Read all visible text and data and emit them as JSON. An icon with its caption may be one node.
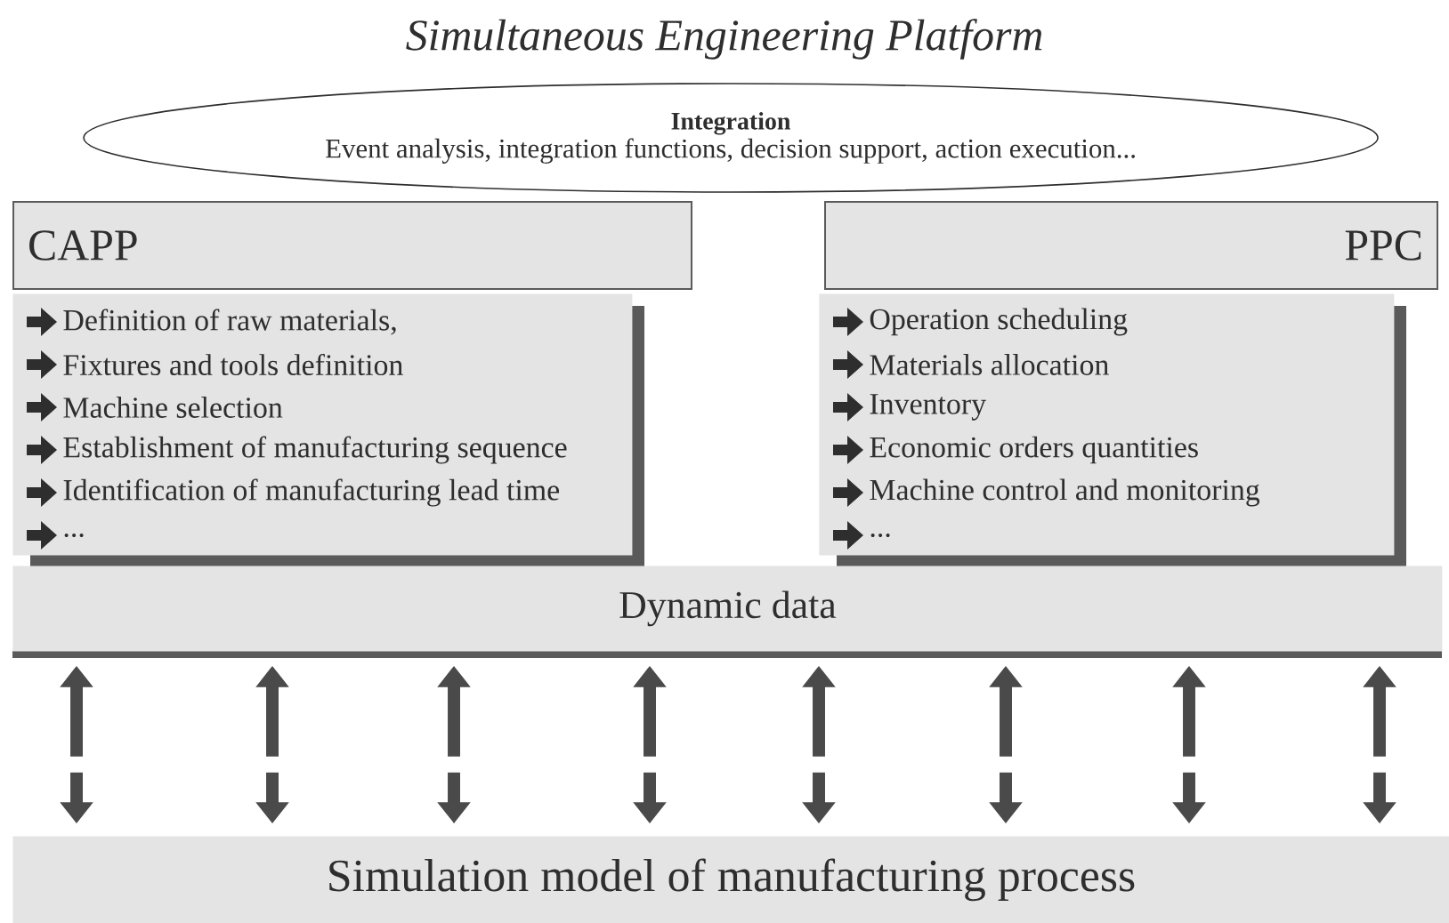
{
  "diagram": {
    "title": "Simultaneous Engineering Platform",
    "nodes": [
      {
        "text": [
          "Integration",
          "Event analysis, integration functions, decision support, action execution..."
        ]
      },
      {
        "text": [
          "CAPP"
        ]
      },
      {
        "text": [
          "Definition of raw materials,",
          "Fixtures and tools definition",
          "Machine selection",
          "Establishment of manufacturing sequence",
          "Identification of manufacturing lead time",
          "..."
        ]
      },
      {
        "text": [
          "PPC"
        ]
      },
      {
        "text": [
          "Operation scheduling",
          "Materials allocation",
          "Inventory",
          "Economic orders quantities",
          "Machine control and monitoring",
          "..."
        ]
      },
      {
        "text": [
          "Dynamic data"
        ]
      },
      {
        "text": [
          "Simulation model of manufacturing process"
        ]
      }
    ],
    "edges": [
      {
        "from": 5,
        "to": 6,
        "arrow": "both"
      },
      {
        "from": 5,
        "to": 6,
        "arrow": "both"
      },
      {
        "from": 5,
        "to": 6,
        "arrow": "both"
      },
      {
        "from": 5,
        "to": 6,
        "arrow": "both"
      },
      {
        "from": 5,
        "to": 6,
        "arrow": "both"
      },
      {
        "from": 5,
        "to": 6,
        "arrow": "both"
      },
      {
        "from": 5,
        "to": 6,
        "arrow": "both"
      },
      {
        "from": 5,
        "to": 6,
        "arrow": "both"
      }
    ]
  }
}
